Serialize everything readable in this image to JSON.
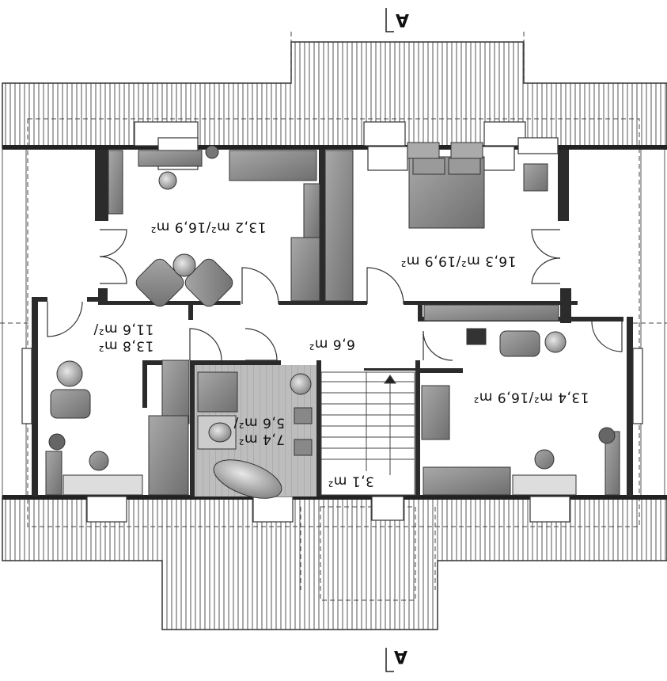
{
  "section_marks": {
    "top": "A",
    "bottom": "A"
  },
  "rooms": [
    {
      "id": "bedroom-nw",
      "label": "13,2 m²/16,9 m²"
    },
    {
      "id": "bedroom-ne",
      "label": "16,3 m²/19,9 m²"
    },
    {
      "id": "hall",
      "label": "6,6 m²"
    },
    {
      "id": "room-west",
      "label_line1": "11,6 m²/",
      "label_line2": "13,8 m²"
    },
    {
      "id": "bathroom",
      "label_line1": "5,6 m²/",
      "label_line2": "7,4 m²"
    },
    {
      "id": "staircase",
      "label": "3,1 m²"
    },
    {
      "id": "bedroom-se",
      "label": "13,4 m²/16,9 m²"
    }
  ],
  "colors": {
    "wall": "#2b2b2b",
    "roof_hatch": "#444444",
    "furniture": "#8a8a8a",
    "bath_floor": "#b5b5b5"
  }
}
